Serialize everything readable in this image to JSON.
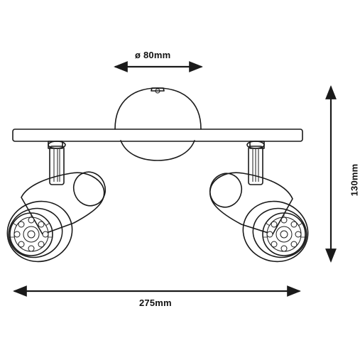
{
  "dimensions": {
    "diameter_label": "ø 80mm",
    "width_label": "275mm",
    "height_label": "130mm"
  },
  "colors": {
    "line": "#1a1a1a",
    "background": "#ffffff"
  }
}
